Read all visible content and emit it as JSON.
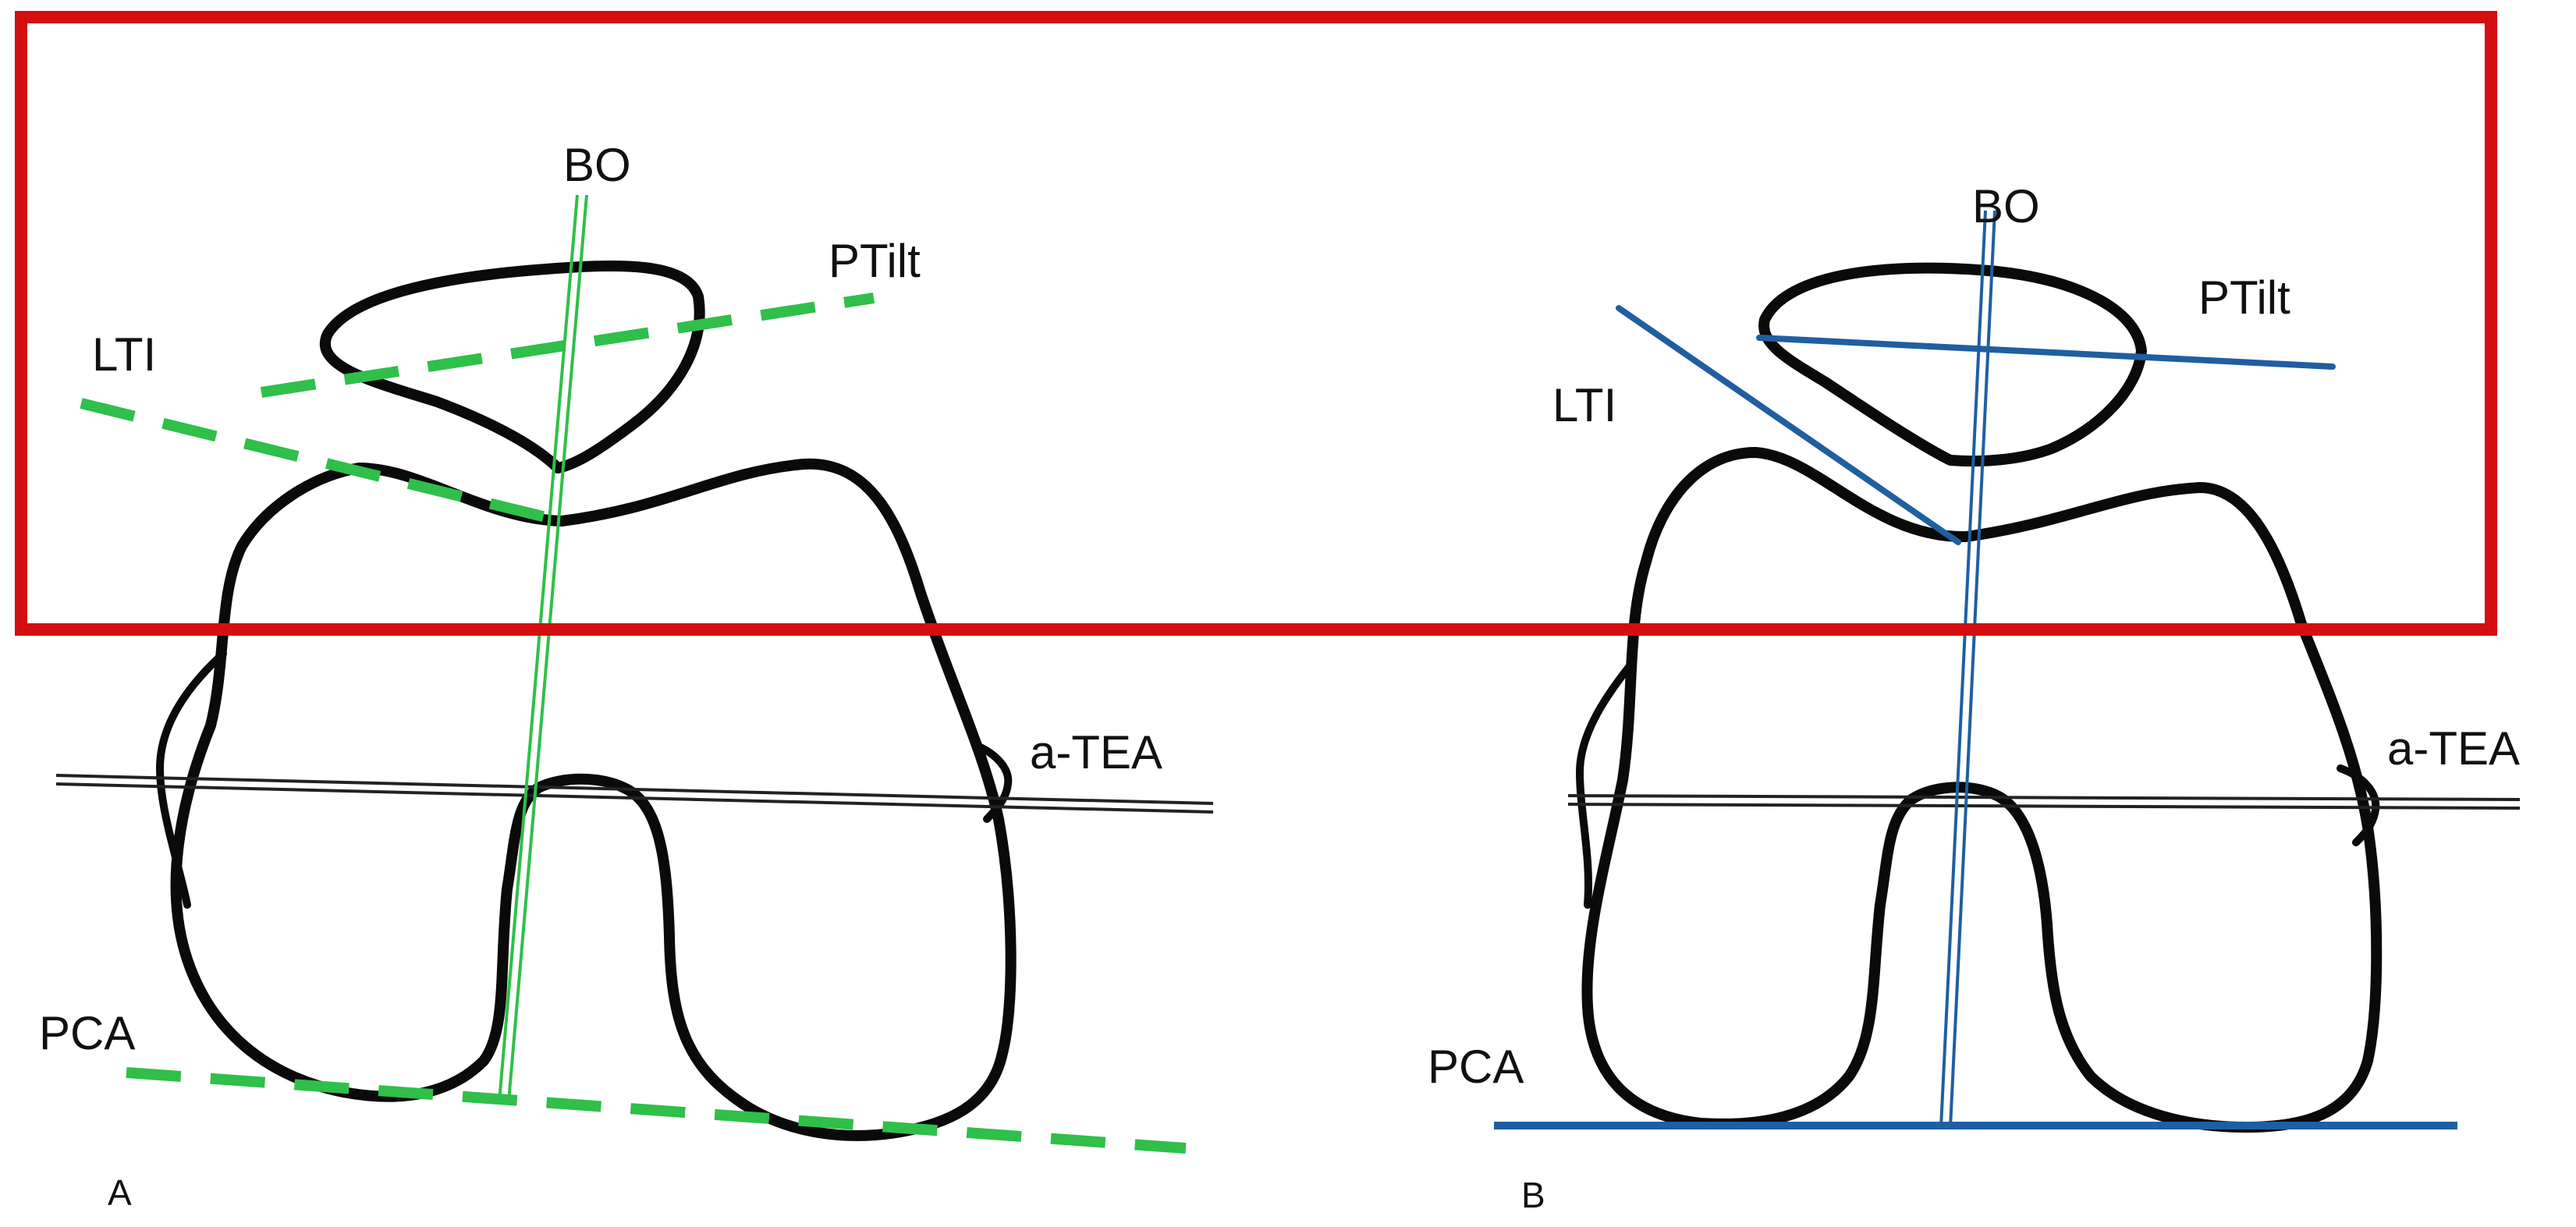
{
  "colors": {
    "background": "#ffffff",
    "outline": "#0a0a0a",
    "highlight_box": "#d40f12",
    "panel_a_lines": "#2fbf4a",
    "panel_b_lines": "#1f5fa0",
    "axis_double_line": "#222222"
  },
  "panels": {
    "a": {
      "panel_label": "A",
      "labels": {
        "bo": "BO",
        "ptilt": "PTilt",
        "lti": "LTI",
        "atea": "a-TEA",
        "pca": "PCA"
      },
      "line_style": "dashed"
    },
    "b": {
      "panel_label": "B",
      "labels": {
        "bo": "BO",
        "ptilt": "PTilt",
        "lti": "LTI",
        "atea": "a-TEA",
        "pca": "PCA"
      },
      "line_style": "solid"
    }
  }
}
